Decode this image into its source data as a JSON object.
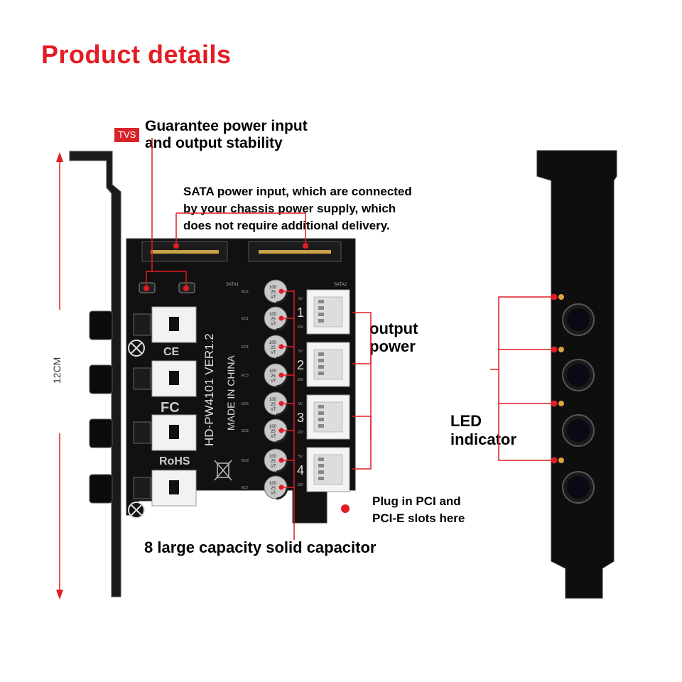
{
  "title": "Product details",
  "tvs": {
    "badge": "TVS",
    "line1": "Guarantee power input",
    "line2": "and output stability"
  },
  "sata_note": {
    "line1": "SATA power input, which are connected",
    "line2": "by your chassis power supply, which",
    "line3": "does not require additional delivery."
  },
  "output_power": {
    "line1": "output",
    "line2": "power"
  },
  "led": {
    "line1": "LED",
    "line2": "indicator"
  },
  "pci": {
    "line1": "Plug in PCI and",
    "line2": "PCI-E slots here"
  },
  "capacitor": "8 large capacity solid capacitor",
  "dimension": "12CM",
  "board": {
    "model": "HD-PW4101  VER1.2",
    "origin": "MADE IN CHINA",
    "ce": "CE",
    "fc": "FC",
    "rohs": "RoHS",
    "sata1": "SATA1",
    "sata2": "SATA2",
    "port_numbers": [
      "1",
      "2",
      "3",
      "4"
    ],
    "cap_label_top": "100",
    "cap_label_mid": "25",
    "cap_label_bot": "VT",
    "cap_designators": [
      "EC2",
      "EC1",
      "EC4",
      "EC3",
      "EC6",
      "EC5",
      "EC8",
      "EC7"
    ],
    "volt_5": "5V",
    "volt_12": "12V"
  },
  "colors": {
    "accent": "#e31b23",
    "board": "#111111",
    "marker": "#d8232a"
  }
}
